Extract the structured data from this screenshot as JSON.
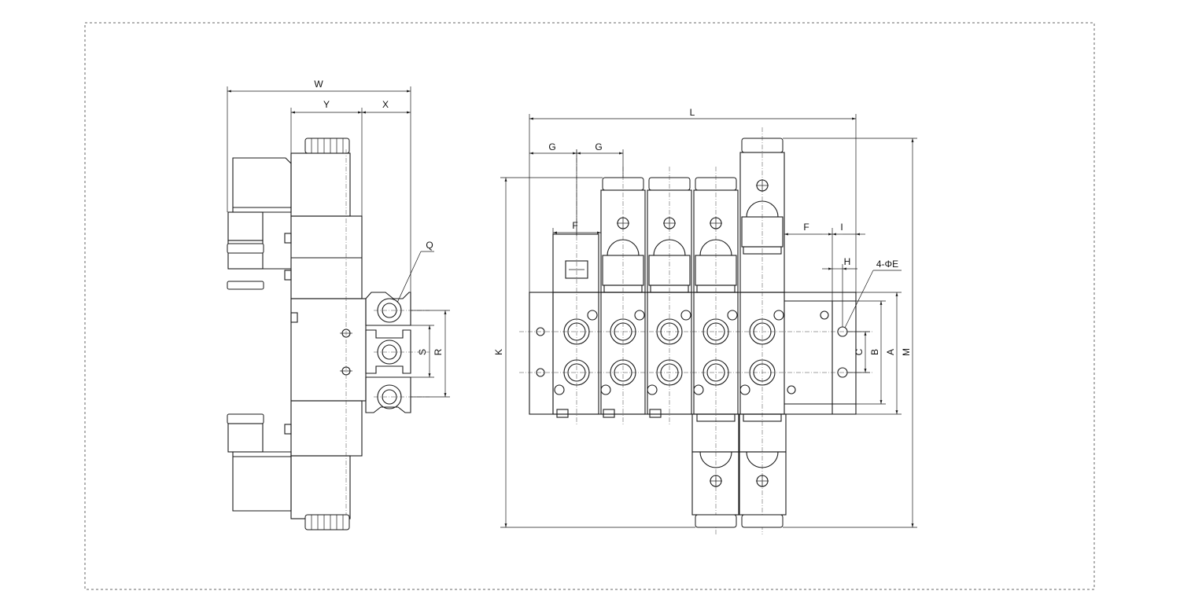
{
  "drawing": {
    "colors": {
      "line": "#1a1a1a",
      "background": "#ffffff",
      "border": "#666666"
    },
    "side_view": {
      "labels": {
        "W": "W",
        "Y": "Y",
        "X": "X",
        "Q": "Q",
        "S": "S",
        "R": "R"
      }
    },
    "front_view": {
      "labels": {
        "L": "L",
        "G1": "G",
        "G2": "G",
        "F_left": "F",
        "F_right": "F",
        "I": "I",
        "H": "H",
        "E": "4-ΦE",
        "K": "K",
        "C": "C",
        "B": "B",
        "A": "A",
        "M": "M"
      }
    }
  }
}
